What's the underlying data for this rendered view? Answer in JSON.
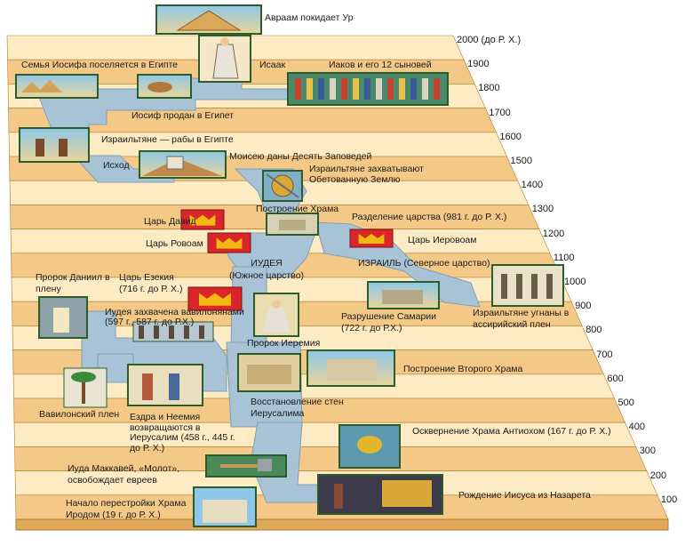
{
  "years": [
    "2000 (до Р. Х.)",
    "1900",
    "1800",
    "1700",
    "1600",
    "1500",
    "1400",
    "1300",
    "1200",
    "1100",
    "1000",
    "900",
    "800",
    "700",
    "600",
    "500",
    "400",
    "300",
    "200",
    "100"
  ],
  "events": {
    "abraham": "Авраам покидает Ур",
    "joseph_family": "Семья Иосифа поселяется в Египте",
    "isaac": "Исаак",
    "jacob": "Иаков и его 12 сыновей",
    "joseph_sold": "Иосиф продан в Египет",
    "slaves": "Израильтяне — рабы в Египте",
    "exodus": "Исход",
    "commandments": "Моисею даны Десять Заповедей",
    "promised_land": "Израильтяне захватывают Обетованную Землю",
    "david": "Царь Давид",
    "temple": "Построение Храма",
    "division": "Разделение царства (981 г. до Р. Х.)",
    "rehoboam": "Царь Ровоам",
    "jeroboam": "Царь Иеровоам",
    "judea": "ИУДЕЯ",
    "judea_sub": "(Южное царство)",
    "israel": "ИЗРАИЛЬ (Северное царство)",
    "daniel": "Пророк Даниил в плену",
    "hezekiah": "Царь Езекия (716 г. до Р. Х.)",
    "judea_captured": "Иудея захвачена вавилонянами (597 г., 587 г. до Р.Х.)",
    "samaria": "Разрушение Самарии (722 г. до Р.Х.)",
    "assyria": "Израильтяне угнаны в ассирийский плен",
    "jeremiah": "Пророк Иеремия",
    "second_temple": "Построение Второго Храма",
    "babylon": "Вавилонский плен",
    "ezra": "Ездра и Неемия возвращаются в Иерусалим (458 г., 445 г. до Р. Х.)",
    "walls": "Восстановление стен Иерусалима",
    "antiochus": "Осквернение Храма Антиохом (167 г. до Р. Х.)",
    "maccabee": "Иуда Маккавей, «Молот», освобождает евреев",
    "herod": "Начало перестройки Храма Иродом (19 г. до Р. Х.)",
    "jesus": "Рождение Иисуса из Назарета"
  },
  "colors": {
    "band_light": "#fdebc4",
    "band_dark": "#f4c987",
    "edge": "#b57a2a",
    "path": "#a9c3d6",
    "path_edge": "#7f9fb7",
    "crown": "#f2b814",
    "crown_bg": "#d8262a"
  }
}
